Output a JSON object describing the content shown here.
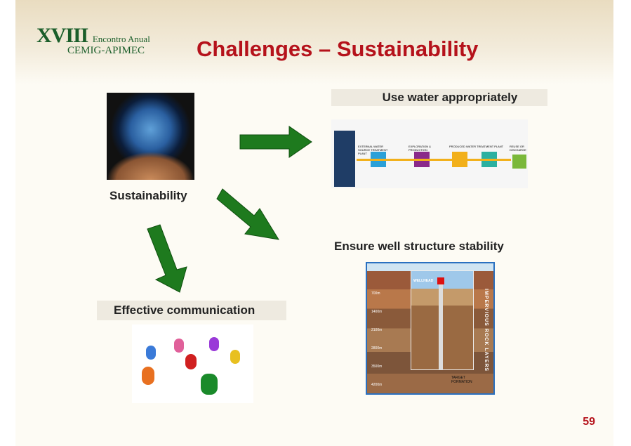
{
  "logo": {
    "line1": "XVIII",
    "line1_small": "Encontro Anual",
    "line2": "CEMIG-APIMEC"
  },
  "title": "Challenges – Sustainability",
  "labels": {
    "sustainability": "Sustainability",
    "water": "Use water appropriately",
    "well": "Ensure well structure stability",
    "communication": "Effective communication"
  },
  "well_diagram": {
    "depths": [
      "700m",
      "1400m",
      "2100m",
      "2800m",
      "3500m",
      "4200m"
    ],
    "wellhead": "WELLHEAD",
    "side": "IMPERVIOUS ROCK LAYERS",
    "target": "TARGET FORMATION"
  },
  "water_diagram": {
    "steps": [
      "EXTERNAL WATER SOURCE TREATMENT PLANT",
      "EXPLORATION & PRODUCTION",
      "PRODUCED WATER TREATMENT PLANT",
      "REUSE OR DISCHARGE"
    ]
  },
  "page_number": "59",
  "colors": {
    "title": "#b5121b",
    "arrow": "#1e7a1e"
  }
}
